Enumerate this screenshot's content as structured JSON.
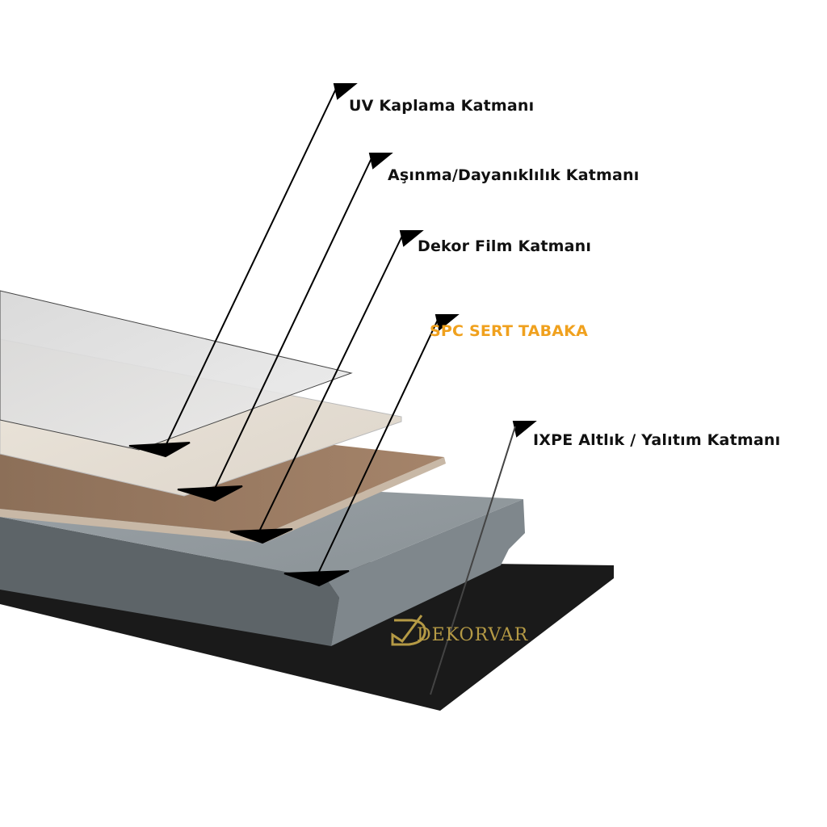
{
  "labels": [
    {
      "text": "UV Kaplama Katmanı"
    },
    {
      "text": "Aşınma/Dayanıklılık Katmanı"
    },
    {
      "text": "Dekor Film Katmanı"
    },
    {
      "text": "SPC SERT TABAKA"
    },
    {
      "text": "IXPE Altlık / Yalıtım Katmanı"
    }
  ],
  "colors": {
    "highlight": "#f0a11e",
    "label": "#111111",
    "logo": "#b59a45"
  },
  "logo": {
    "text": "DEKORVAR"
  }
}
